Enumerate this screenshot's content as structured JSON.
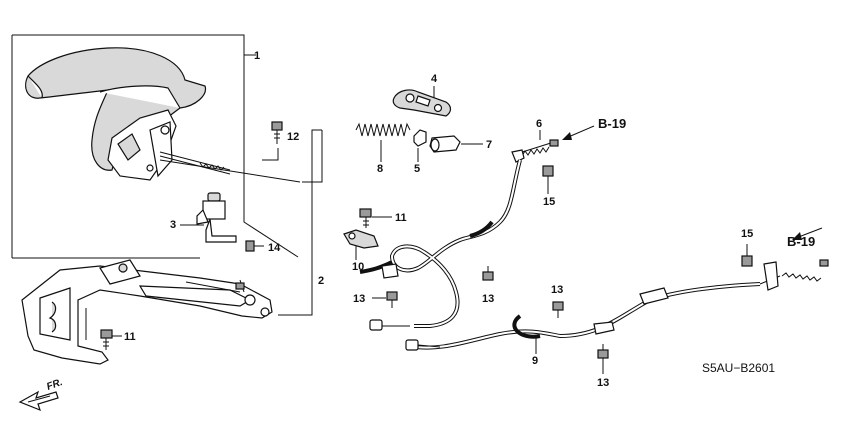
{
  "diagram": {
    "callouts": [
      "1",
      "2",
      "3",
      "4",
      "5",
      "6",
      "7",
      "8",
      "9",
      "10",
      "11",
      "11",
      "12",
      "13",
      "13",
      "13",
      "13",
      "14",
      "15",
      "15"
    ],
    "references": {
      "ref_upper": "B-19",
      "ref_right": "B-19"
    },
    "diagram_code": "S5AU−B2601",
    "front_label": "FR."
  }
}
